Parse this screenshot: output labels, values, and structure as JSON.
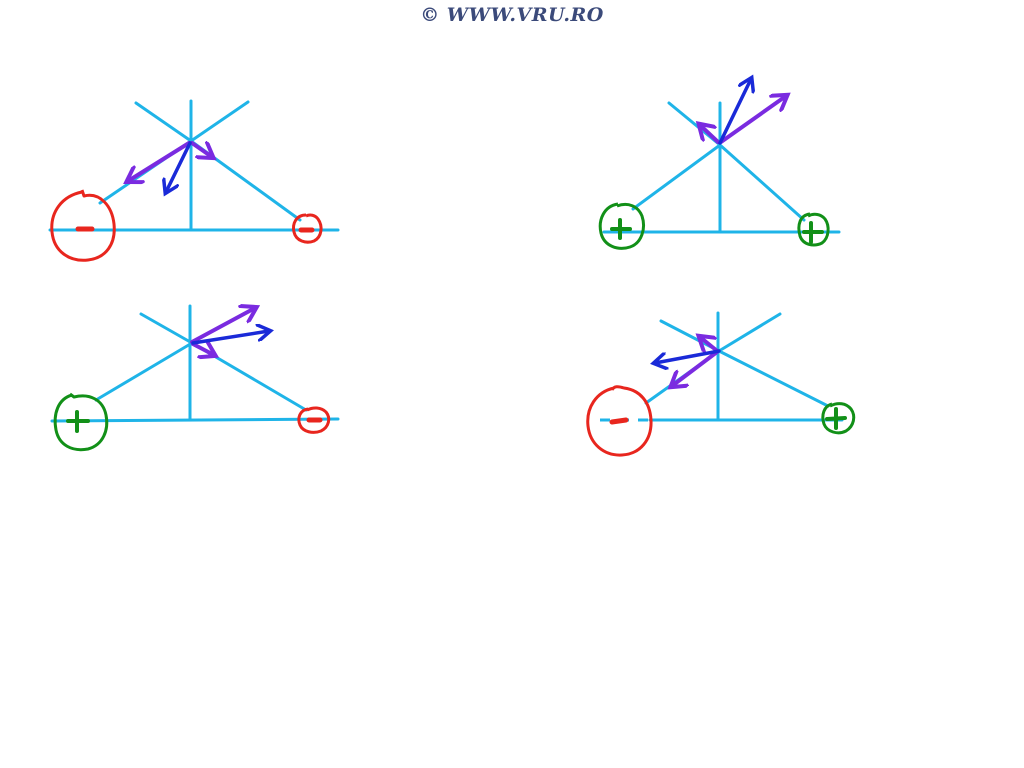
{
  "watermark": "© WWW.VRU.RO",
  "panels": [
    {
      "name": "top-left",
      "left_charge": "-",
      "right_charge": "-"
    },
    {
      "name": "top-right",
      "left_charge": "+",
      "right_charge": "+"
    },
    {
      "name": "bottom-left",
      "left_charge": "+",
      "right_charge": "-"
    },
    {
      "name": "bottom-right",
      "left_charge": "-",
      "right_charge": "+"
    }
  ],
  "colors": {
    "axis": "#1fb4e8",
    "negative": "#e8261e",
    "positive": "#129018",
    "field_vector": "#7a2be0",
    "resultant_vector": "#1a2ad8",
    "watermark": "#3b4a7a"
  }
}
